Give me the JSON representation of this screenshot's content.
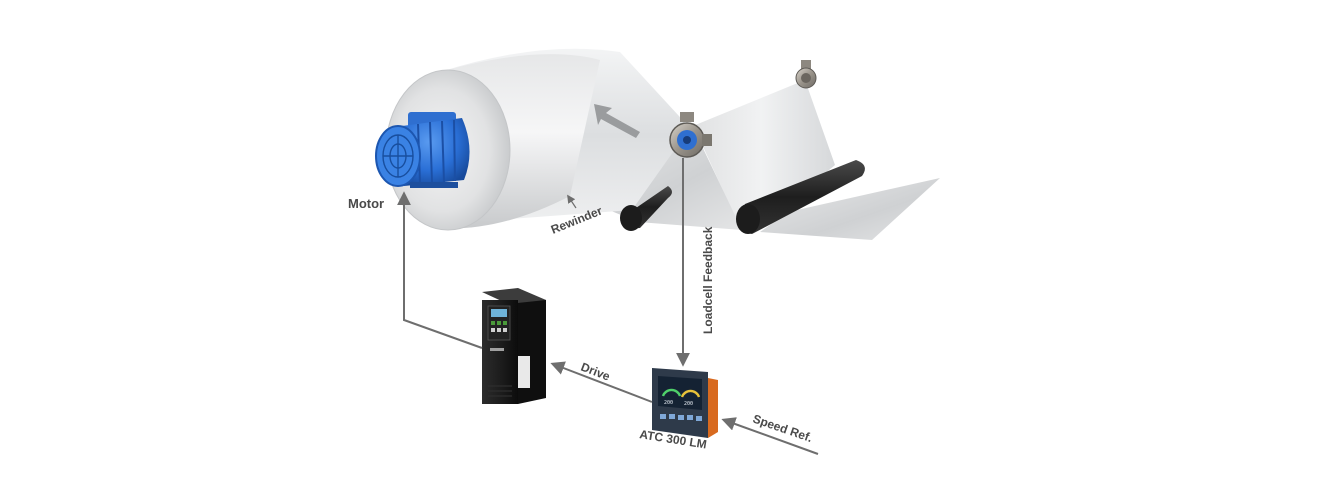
{
  "labels": {
    "motor": "Motor",
    "rewinder": "Rewinder",
    "loadcell_feedback": "Loadcell Feedback",
    "drive": "Drive",
    "controller": "ATC 300 LM",
    "speed_ref": "Speed Ref."
  },
  "controller_screen": {
    "value_left": "200",
    "value_right": "200"
  },
  "colors": {
    "line": "#6e6e6e",
    "motor_blue": "#2a6fd6",
    "roller": "#2b2b2b",
    "film": "#d7d9dc",
    "controller_accent": "#e8772e"
  }
}
